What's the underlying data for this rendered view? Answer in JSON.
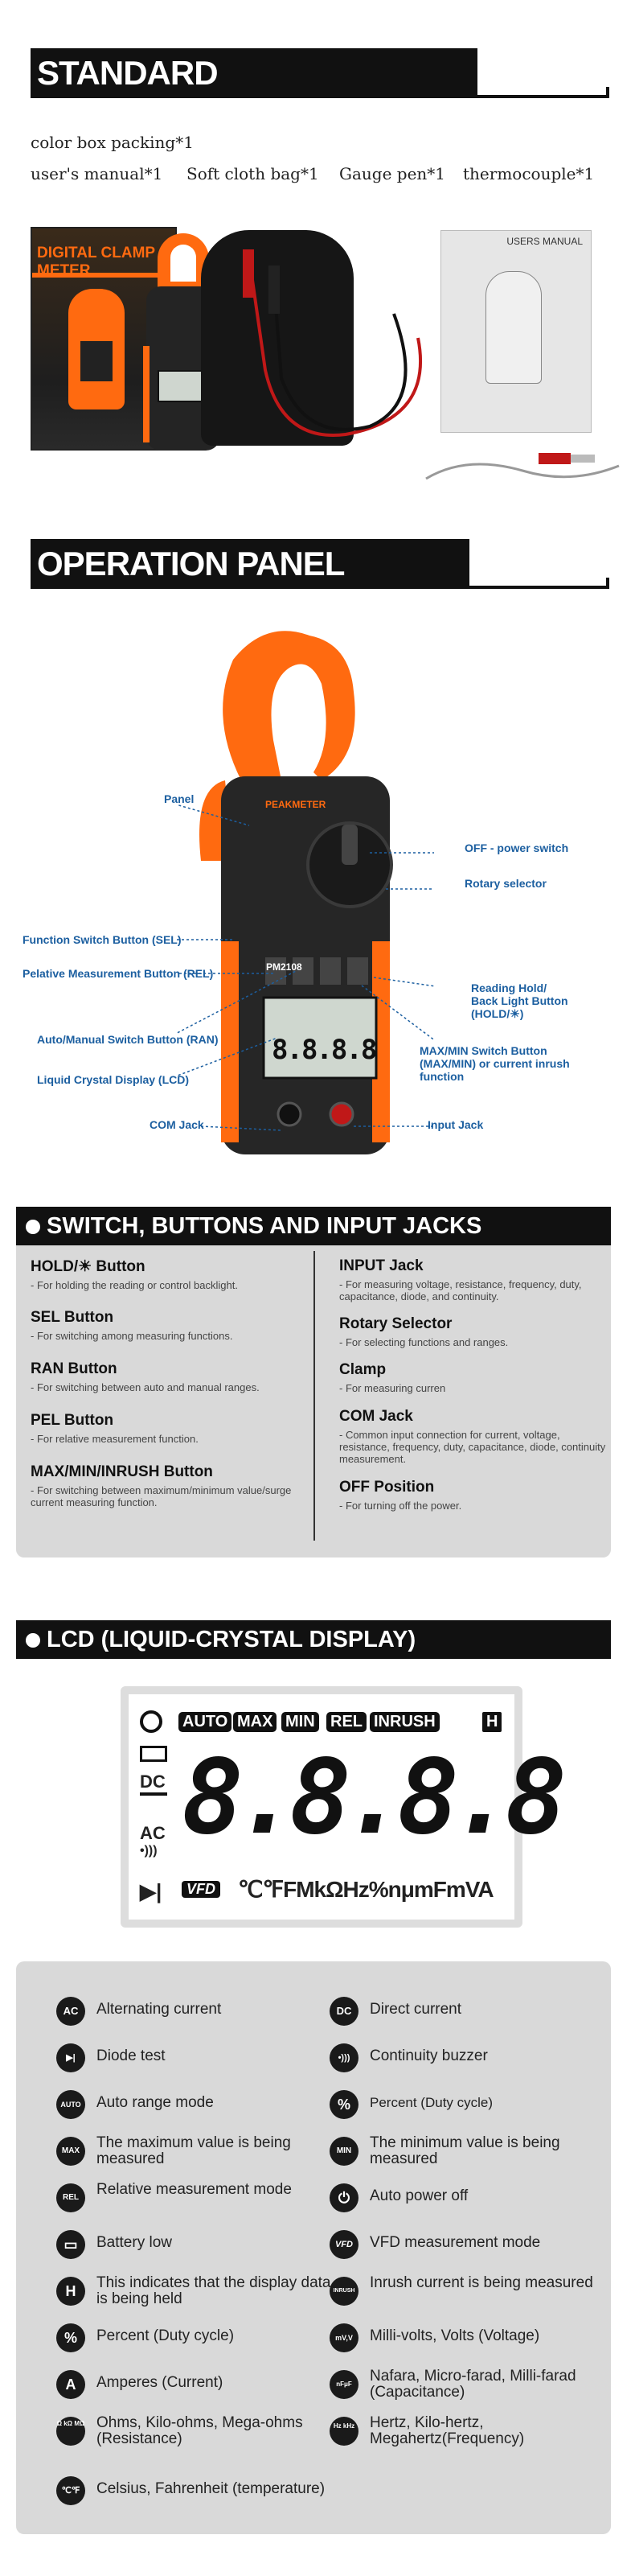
{
  "config": {
    "title": "STANDARD CONFIGURATION",
    "items_line1": "color box packing*1",
    "items": [
      "user's manual*1",
      "Soft cloth bag*1",
      "Gauge pen*1",
      "thermocouple*1"
    ],
    "box_label": "DIGITAL CLAMP METER",
    "manual_label": "USERS MANUAL"
  },
  "operation": {
    "title": "OPERATION PANEL",
    "brand": "PEAKMETER",
    "model": "PM2108",
    "display_value": "8.8.8.8",
    "callouts_left": [
      "Panel",
      "Function Switch Button (SEL)",
      "Pelative Measurement Button (REL)",
      "Auto/Manual Switch Button (RAN)",
      "Liquid Crystal Display (LCD)",
      "COM Jack"
    ],
    "callouts_right": [
      "OFF - power switch",
      "Rotary selector",
      "Reading Hold/\nBack Light Button\n(HOLD/☀)",
      "MAX/MIN Switch Button\n(MAX/MIN) or current inrush\nfunction",
      "Input Jack"
    ]
  },
  "switches": {
    "title": "SWITCH, BUTTONS AND INPUT JACKS",
    "left": [
      {
        "title": "HOLD/☀ Button",
        "desc": "- For holding the reading or control backlight."
      },
      {
        "title": "SEL Button",
        "desc": "- For switching among measuring functions."
      },
      {
        "title": "RAN Button",
        "desc": "- For switching between auto and manual ranges."
      },
      {
        "title": "PEL Button",
        "desc": "- For relative measurement function."
      },
      {
        "title": "MAX/MIN/INRUSH Button",
        "desc": "- For switching between maximum/minimum value/surge current measuring function."
      }
    ],
    "right": [
      {
        "title": "INPUT Jack",
        "desc": "- For measuring voltage, resistance, frequency, duty, capacitance, diode, and continuity."
      },
      {
        "title": "Rotary Selector",
        "desc": "- For selecting functions and ranges."
      },
      {
        "title": "Clamp",
        "desc": "- For measuring curren"
      },
      {
        "title": "COM Jack",
        "desc": "- Common input connection for current, voltage, resistance, frequency, duty, capacitance, diode, continuity measurement."
      },
      {
        "title": "OFF Position",
        "desc": "- For turning off the power."
      }
    ]
  },
  "lcd": {
    "title": "LCD (LIQUID-CRYSTAL DISPLAY)",
    "tags": [
      "AUTO",
      "MAX",
      "MIN",
      "REL",
      "INRUSH",
      "H"
    ],
    "digits": "8.8.8.8",
    "side_labels": [
      "DC",
      "AC"
    ],
    "vfd": "VFD",
    "units": "℃℉FMkΩHz%nμmFmVA",
    "legend_left": [
      {
        "icon": "AC",
        "text": "Alternating current"
      },
      {
        "icon": "▶|",
        "text": "Diode test"
      },
      {
        "icon": "AUTO",
        "text": "Auto range mode"
      },
      {
        "icon": "MAX",
        "text": "The maximum value is being measured"
      },
      {
        "icon": "REL",
        "text": "Relative measurement mode"
      },
      {
        "icon": "▭",
        "text": "Battery low"
      },
      {
        "icon": "H",
        "text": "This indicates that the display data is being held"
      },
      {
        "icon": "%",
        "text": "Percent (Duty cycle)"
      },
      {
        "icon": "A",
        "text": "Amperes (Current)"
      },
      {
        "icon": "Ω kΩ MΩ",
        "text": "Ohms, Kilo-ohms, Mega-ohms (Resistance)"
      },
      {
        "icon": "℃℉",
        "text": "Celsius, Fahrenheit (temperature)"
      }
    ],
    "legend_right": [
      {
        "icon": "DC",
        "text": "Direct current"
      },
      {
        "icon": "•)))",
        "text": "Continuity buzzer"
      },
      {
        "icon": "%",
        "text": "Percent (Duty cycle)"
      },
      {
        "icon": "MIN",
        "text": "The minimum value is being measured"
      },
      {
        "icon": "⏻",
        "text": "Auto power off"
      },
      {
        "icon": "VFD",
        "text": "VFD measurement mode"
      },
      {
        "icon": "INRUSH",
        "text": "Inrush current is being measured"
      },
      {
        "icon": "mV,V",
        "text": "Milli-volts, Volts (Voltage)"
      },
      {
        "icon": "nFμF",
        "text": "Nafara, Micro-farad, Milli-farad (Capacitance)"
      },
      {
        "icon": "Hz kHz",
        "text": "Hertz, Kilo-hertz, Megahertz(Frequency)"
      }
    ]
  }
}
